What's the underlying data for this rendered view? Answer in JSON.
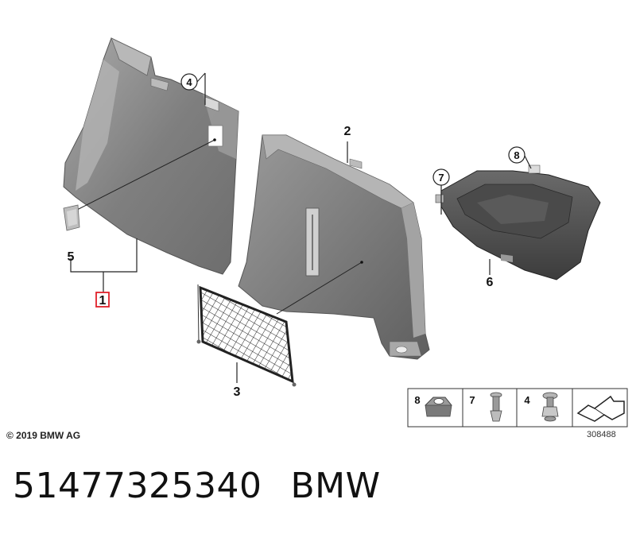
{
  "callouts": {
    "c1": "1",
    "c2": "2",
    "c3": "3",
    "c4": "4",
    "c5": "5",
    "c6": "6",
    "c7": "7",
    "c8": "8"
  },
  "legend": {
    "l8": "8",
    "l7": "7",
    "l4": "4"
  },
  "copyright": "© 2019 BMW AG",
  "drawing_number": "308488",
  "part_number": "51477325340",
  "brand": "BMW",
  "colors": {
    "highlight": "#e0202a",
    "part_gray": "#8c8c8c"
  }
}
